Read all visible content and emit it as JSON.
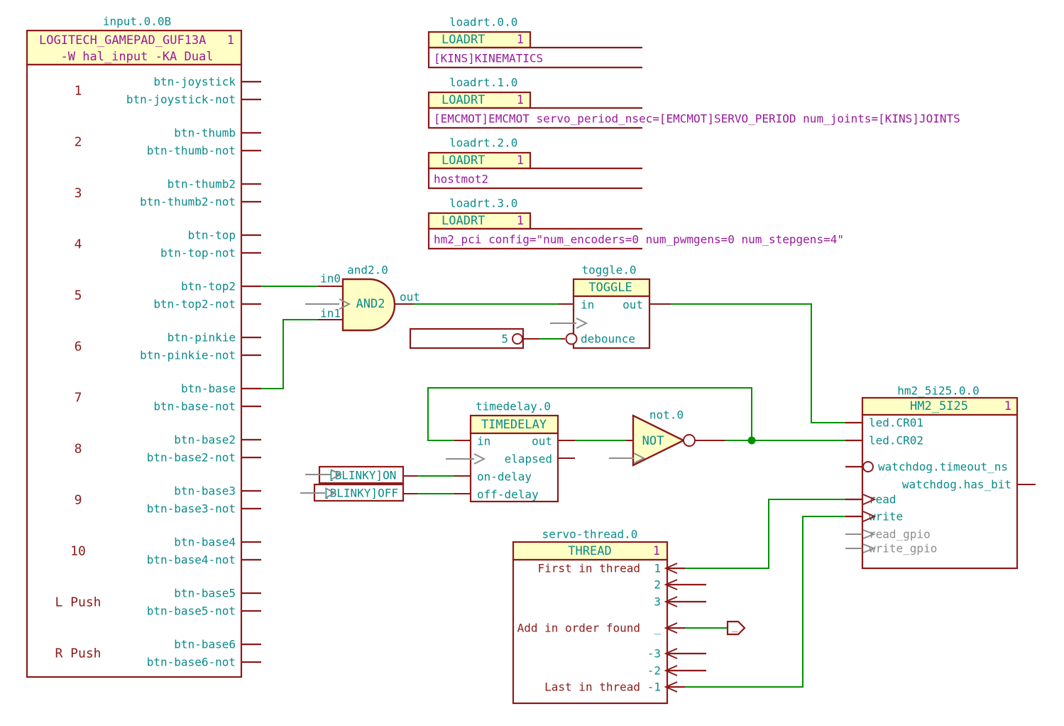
{
  "colors": {
    "outline": "#8C1A1A",
    "fill": "#FFFFC5",
    "pin": "#0B8A8A",
    "field": "#99199B",
    "wire": "#009100",
    "gray": "#8C8C8C"
  },
  "input_block": {
    "label": "input.0.0B",
    "title": "LOGITECH_GAMEPAD_GUF13A",
    "unit": "1",
    "subtitle": "-W hal_input -KA Dual",
    "pin_groups": [
      {
        "group": "1",
        "pins": [
          "btn-joystick",
          "btn-joystick-not"
        ]
      },
      {
        "group": "2",
        "pins": [
          "btn-thumb",
          "btn-thumb-not"
        ]
      },
      {
        "group": "3",
        "pins": [
          "btn-thumb2",
          "btn-thumb2-not"
        ]
      },
      {
        "group": "4",
        "pins": [
          "btn-top",
          "btn-top-not"
        ]
      },
      {
        "group": "5",
        "pins": [
          "btn-top2",
          "btn-top2-not"
        ]
      },
      {
        "group": "6",
        "pins": [
          "btn-pinkie",
          "btn-pinkie-not"
        ]
      },
      {
        "group": "7",
        "pins": [
          "btn-base",
          "btn-base-not"
        ]
      },
      {
        "group": "8",
        "pins": [
          "btn-base2",
          "btn-base2-not"
        ]
      },
      {
        "group": "9",
        "pins": [
          "btn-base3",
          "btn-base3-not"
        ]
      },
      {
        "group": "10",
        "pins": [
          "btn-base4",
          "btn-base4-not"
        ]
      },
      {
        "group": "L Push",
        "pins": [
          "btn-base5",
          "btn-base5-not"
        ]
      },
      {
        "group": "R Push",
        "pins": [
          "btn-base6",
          "btn-base6-not"
        ]
      }
    ]
  },
  "loadrt_blocks": [
    {
      "label": "loadrt.0.0",
      "type": "LOADRT",
      "unit": "1",
      "param": "[KINS]KINEMATICS"
    },
    {
      "label": "loadrt.1.0",
      "type": "LOADRT",
      "unit": "1",
      "param": "[EMCMOT]EMCMOT servo_period_nsec=[EMCMOT]SERVO_PERIOD num_joints=[KINS]JOINTS"
    },
    {
      "label": "loadrt.2.0",
      "type": "LOADRT",
      "unit": "1",
      "param": "hostmot2"
    },
    {
      "label": "loadrt.3.0",
      "type": "LOADRT",
      "unit": "1",
      "param": "hm2_pci config=\"num_encoders=0 num_pwmgens=0 num_stepgens=4\""
    }
  ],
  "and_gate": {
    "label": "and2.0",
    "name": "AND2",
    "in0": "in0",
    "in1": "in1",
    "out": "out"
  },
  "toggle": {
    "label": "toggle.0",
    "name": "TOGGLE",
    "pin_in": "in",
    "pin_out": "out",
    "pin_debounce": "debounce",
    "param": "5"
  },
  "timedelay": {
    "label": "timedelay.0",
    "name": "TIMEDELAY",
    "pin_in": "in",
    "pin_out": "out",
    "pin_elapsed": "elapsed",
    "pin_on_delay": "on-delay",
    "pin_off_delay": "off-delay",
    "param_on": "[BLINKY]ON",
    "param_off": "[BLINKY]OFF"
  },
  "not_gate": {
    "label": "not.0",
    "name": "NOT"
  },
  "thread_block": {
    "label": "servo-thread.0",
    "type": "THREAD",
    "unit": "1",
    "pins": [
      {
        "desc": "First in thread",
        "name": "1"
      },
      {
        "desc": "",
        "name": "2"
      },
      {
        "desc": "",
        "name": "3"
      },
      {
        "desc": "Add in order found",
        "name": "_"
      },
      {
        "desc": "",
        "name": "-3"
      },
      {
        "desc": "",
        "name": "-2"
      },
      {
        "desc": "Last in thread",
        "name": "-1"
      }
    ],
    "flag_label": "_"
  },
  "hm2_block": {
    "label": "hm2_5i25.0.0",
    "type": "HM2_5I25",
    "unit": "1",
    "pins_left": [
      {
        "name": "led.CR01"
      },
      {
        "name": "led.CR02"
      },
      {
        "name": "watchdog.timeout_ns"
      },
      {
        "name": "read"
      },
      {
        "name": "write"
      },
      {
        "name": "read_gpio",
        "gray": true
      },
      {
        "name": "write_gpio",
        "gray": true
      }
    ],
    "pin_right": "watchdog.has_bit"
  }
}
